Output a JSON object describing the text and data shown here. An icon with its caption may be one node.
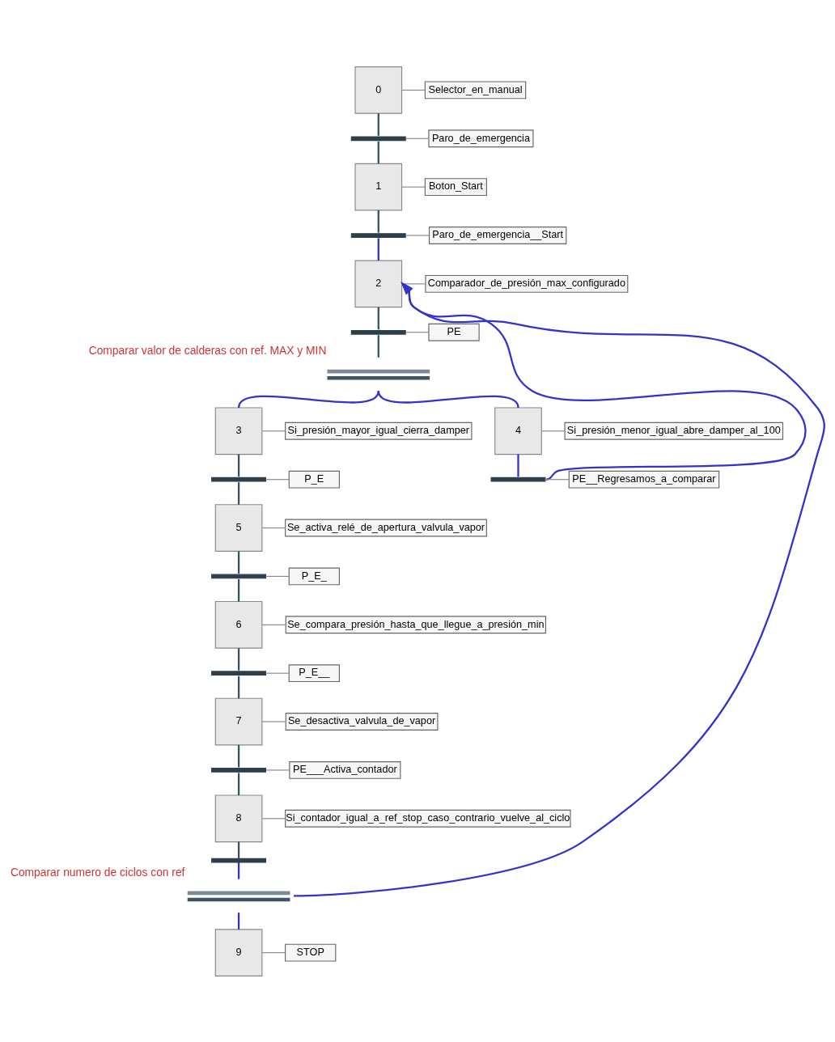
{
  "diagram": {
    "nodes": [
      {
        "text": [
          "0"
        ]
      },
      {
        "text": [
          "Selector_en_manual"
        ]
      },
      {
        "text": [],
        "shape": "bar"
      },
      {
        "text": [
          "Paro_de_emergencia"
        ]
      },
      {
        "text": [
          "1"
        ]
      },
      {
        "text": [
          "Boton_Start"
        ]
      },
      {
        "text": [],
        "shape": "bar"
      },
      {
        "text": [
          "Paro_de_emergencia__Start"
        ]
      },
      {
        "text": [
          "2"
        ]
      },
      {
        "text": [
          "Comparador_de_presión_max_configurado"
        ]
      },
      {
        "text": [],
        "shape": "bar"
      },
      {
        "text": [
          "PE"
        ]
      },
      {
        "text": [],
        "shape": "bar",
        "beside": [
          "Comparar valor de calderas con ref. MAX y MIN"
        ]
      },
      {
        "text": [
          "3"
        ]
      },
      {
        "text": [
          "Si_presión_mayor_igual_cierra_damper"
        ]
      },
      {
        "text": [
          "4"
        ]
      },
      {
        "text": [
          "Si_presión_menor_igual_abre_damper_al_100"
        ]
      },
      {
        "text": [],
        "shape": "bar"
      },
      {
        "text": [
          "P_E"
        ]
      },
      {
        "text": [],
        "shape": "bar"
      },
      {
        "text": [
          "PE__Regresamos_a_comparar"
        ]
      },
      {
        "text": [
          "5"
        ]
      },
      {
        "text": [
          "Se_activa_relé_de_apertura_valvula_vapor"
        ]
      },
      {
        "text": [],
        "shape": "bar"
      },
      {
        "text": [
          "P_E_"
        ]
      },
      {
        "text": [
          "6"
        ]
      },
      {
        "text": [
          "Se_compara_presión_hasta_que_llegue_a_presión_min"
        ]
      },
      {
        "text": [],
        "shape": "bar"
      },
      {
        "text": [
          "P_E__"
        ]
      },
      {
        "text": [
          "7"
        ]
      },
      {
        "text": [
          "Se_desactiva_valvula_de_vapor"
        ]
      },
      {
        "text": [],
        "shape": "bar"
      },
      {
        "text": [
          "PE___Activa_contador"
        ]
      },
      {
        "text": [
          "8"
        ]
      },
      {
        "text": [
          "Si_contador_igual_a_ref_stop_caso_contrario_vuelve_al_ciclo"
        ]
      },
      {
        "text": [],
        "shape": "bar"
      },
      {
        "text": [],
        "shape": "bar",
        "beside": [
          "Comparar numero de ciclos con ref"
        ]
      },
      {
        "text": [
          "9"
        ]
      },
      {
        "text": [
          "STOP"
        ]
      }
    ],
    "edges": [
      {
        "from": 0,
        "to": 1,
        "arrow": "none"
      },
      {
        "from": 0,
        "to": 2,
        "arrow": "none"
      },
      {
        "from": 2,
        "to": 3,
        "arrow": "none"
      },
      {
        "from": 2,
        "to": 4,
        "arrow": "none"
      },
      {
        "from": 4,
        "to": 5,
        "arrow": "none"
      },
      {
        "from": 4,
        "to": 6,
        "arrow": "none"
      },
      {
        "from": 6,
        "to": 7,
        "arrow": "none"
      },
      {
        "from": 6,
        "to": 8,
        "arrow": "none",
        "color": "#3333cc"
      },
      {
        "from": 8,
        "to": 9,
        "arrow": "none"
      },
      {
        "from": 8,
        "to": 10,
        "arrow": "none"
      },
      {
        "from": 10,
        "to": 11,
        "arrow": "none"
      },
      {
        "from": 10,
        "to": 12,
        "arrow": "none"
      },
      {
        "from": 12,
        "to": 13,
        "arrow": "none",
        "color": "#3333cc"
      },
      {
        "from": 12,
        "to": 15,
        "arrow": "none",
        "color": "#3333cc"
      },
      {
        "from": 13,
        "to": 14,
        "arrow": "none"
      },
      {
        "from": 15,
        "to": 16,
        "arrow": "none"
      },
      {
        "from": 13,
        "to": 17,
        "arrow": "none"
      },
      {
        "from": 17,
        "to": 18,
        "arrow": "none"
      },
      {
        "from": 15,
        "to": 19,
        "arrow": "none",
        "color": "#3333cc"
      },
      {
        "from": 19,
        "to": 20,
        "arrow": "none"
      },
      {
        "from": 19,
        "to": 8,
        "arrow": "to",
        "color": "#3333cc"
      },
      {
        "from": 17,
        "to": 21,
        "arrow": "none"
      },
      {
        "from": 21,
        "to": 22,
        "arrow": "none"
      },
      {
        "from": 21,
        "to": 23,
        "arrow": "none"
      },
      {
        "from": 23,
        "to": 24,
        "arrow": "none"
      },
      {
        "from": 23,
        "to": 25,
        "arrow": "none"
      },
      {
        "from": 25,
        "to": 26,
        "arrow": "none"
      },
      {
        "from": 25,
        "to": 27,
        "arrow": "none"
      },
      {
        "from": 27,
        "to": 28,
        "arrow": "none"
      },
      {
        "from": 27,
        "to": 29,
        "arrow": "none"
      },
      {
        "from": 29,
        "to": 30,
        "arrow": "none"
      },
      {
        "from": 29,
        "to": 31,
        "arrow": "none"
      },
      {
        "from": 31,
        "to": 32,
        "arrow": "none"
      },
      {
        "from": 31,
        "to": 33,
        "arrow": "none"
      },
      {
        "from": 33,
        "to": 34,
        "arrow": "none"
      },
      {
        "from": 33,
        "to": 35,
        "arrow": "none"
      },
      {
        "from": 35,
        "to": 36,
        "arrow": "none",
        "color": "#3333cc"
      },
      {
        "from": 36,
        "to": 37,
        "arrow": "none",
        "color": "#3333cc"
      },
      {
        "from": 36,
        "to": 8,
        "arrow": "to",
        "color": "#3333cc"
      },
      {
        "from": 37,
        "to": 38,
        "arrow": "none"
      }
    ]
  }
}
